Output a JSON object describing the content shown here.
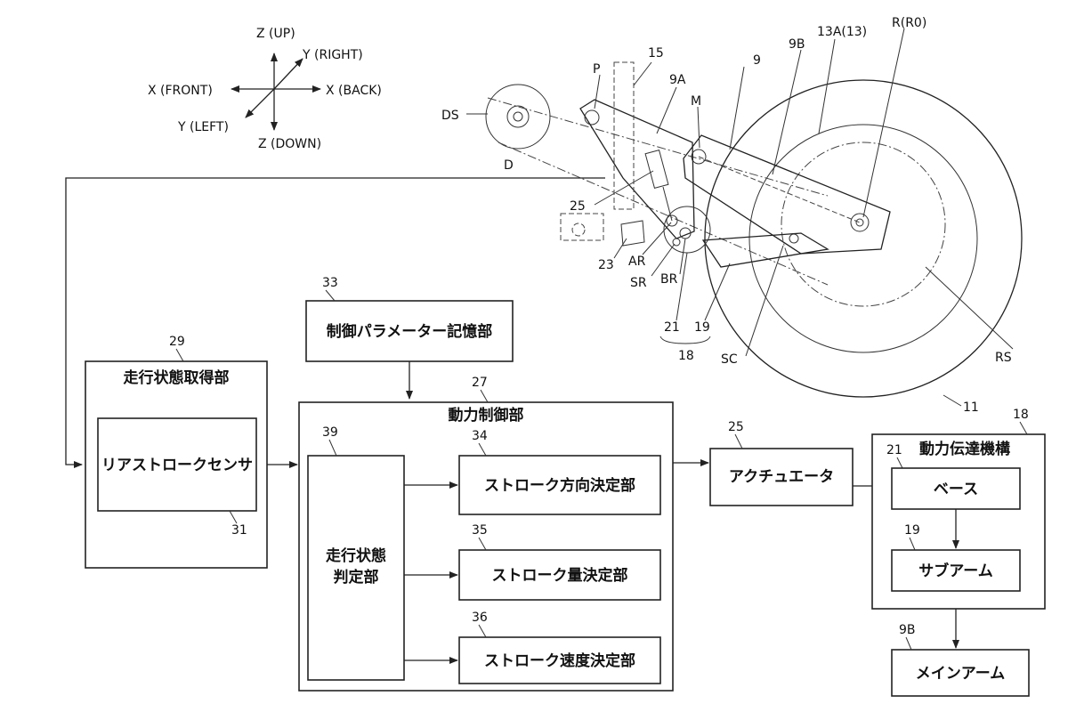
{
  "axes": {
    "up": "Z (UP)",
    "down": "Z (DOWN)",
    "front": "X (FRONT)",
    "back": "X (BACK)",
    "right": "Y (RIGHT)",
    "left": "Y (LEFT)"
  },
  "mech_labels": {
    "P": "P",
    "n15": "15",
    "n9A": "9A",
    "n9B": "9B",
    "n13A": "13A(13)",
    "n9": "9",
    "R": "R(R0)",
    "DS": "DS",
    "D": "D",
    "M": "M",
    "n25": "25",
    "n23": "23",
    "AR": "AR",
    "SR": "SR",
    "BR": "BR",
    "n21": "21",
    "n19": "19",
    "n18": "18",
    "SC": "SC",
    "RS": "RS",
    "n11": "11"
  },
  "blocks": {
    "param_store": {
      "ref": "33",
      "label": "制御パラメーター記憶部"
    },
    "state_acquire": {
      "ref": "29",
      "label": "走行状態取得部"
    },
    "rear_sensor": {
      "ref": "31",
      "label": "リアストロークセンサ"
    },
    "power_control": {
      "ref": "27",
      "label": "動力制御部"
    },
    "state_judge": {
      "ref": "39",
      "line1": "走行状態",
      "line2": "判定部"
    },
    "dir_decide": {
      "ref": "34",
      "label": "ストローク方向決定部"
    },
    "amt_decide": {
      "ref": "35",
      "label": "ストローク量決定部"
    },
    "spd_decide": {
      "ref": "36",
      "label": "ストローク速度決定部"
    },
    "actuator": {
      "ref": "25",
      "label": "アクチュエータ"
    },
    "transmission": {
      "ref": "18",
      "ref_sub": "21",
      "label": "動力伝達機構"
    },
    "base": {
      "label": "ベース"
    },
    "sub_arm": {
      "ref": "19",
      "label": "サブアーム"
    },
    "main_arm": {
      "ref": "9B",
      "label": "メインアーム"
    }
  }
}
